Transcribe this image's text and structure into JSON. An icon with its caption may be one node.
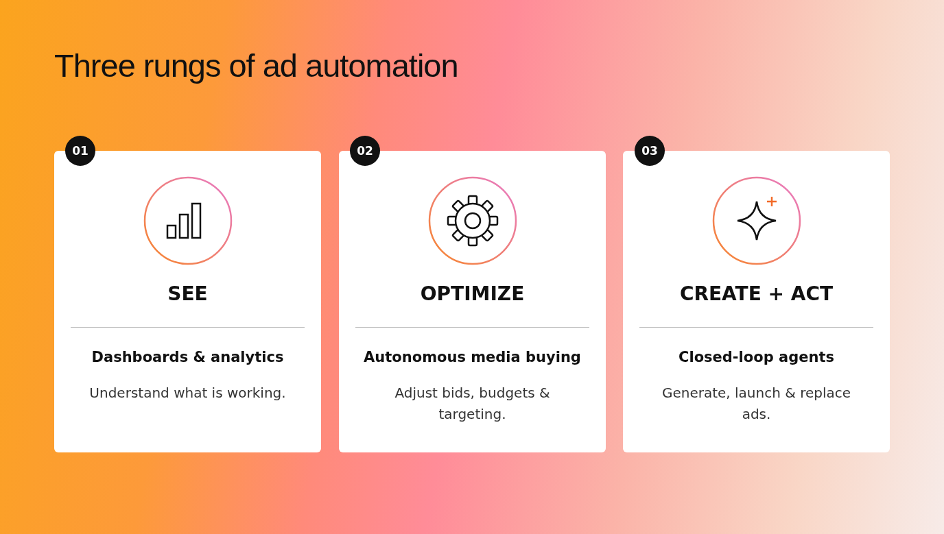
{
  "diagram": {
    "title": "Three rungs of ad automation",
    "nodes": [
      {
        "text": [
          "01"
        ]
      },
      {
        "text": [
          "SEE",
          "Dashboards & analytics",
          "Understand what is working."
        ]
      },
      {
        "text": [
          "02"
        ]
      },
      {
        "text": [
          "OPTIMIZE",
          "Autonomous media buying",
          "Adjust bids, budgets & targeting."
        ]
      },
      {
        "text": [
          "03"
        ]
      },
      {
        "text": [
          "CREATE + ACT",
          "Closed-loop agents",
          "Generate, launch & replace ads."
        ]
      }
    ],
    "edges": []
  }
}
